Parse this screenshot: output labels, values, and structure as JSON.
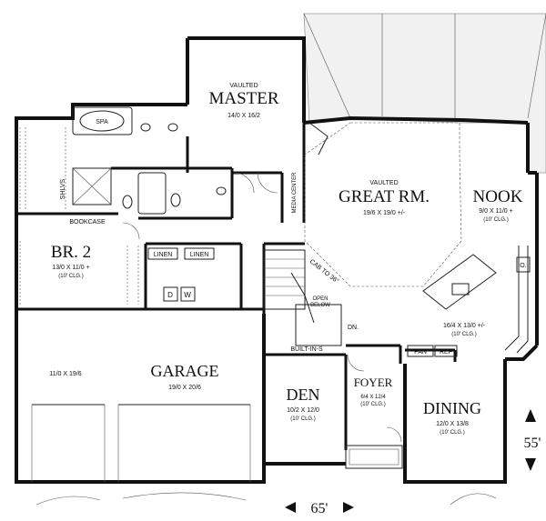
{
  "rooms": {
    "master": {
      "tag": "VAULTED",
      "name": "MASTER",
      "dims": "14/0 X 16/2"
    },
    "great_room": {
      "tag": "VAULTED",
      "name": "GREAT RM.",
      "dims": "19/6 X 19/0 +/-"
    },
    "nook": {
      "name": "NOOK",
      "dims": "9/0 X 11/0 +",
      "clg": "(10' CLG.)"
    },
    "kitchen": {
      "dims": "16/4 X 13/0 +/-",
      "clg": "(10' CLG.)"
    },
    "br2": {
      "name": "BR. 2",
      "dims": "13/0 X 11/0 +",
      "clg": "(10' CLG.)"
    },
    "garage": {
      "name": "GARAGE",
      "dims": "19/0 X 20/6",
      "bay_dims": "11/0 X 19/6"
    },
    "den": {
      "name": "DEN",
      "dims": "10/2 X 12/0",
      "clg": "(10' CLG.)"
    },
    "foyer": {
      "name": "FOYER",
      "dims": "6/4 X 12/4",
      "clg": "(10' CLG.)"
    },
    "dining": {
      "name": "DINING",
      "dims": "12/0 X 13/8",
      "clg": "(10' CLG.)"
    }
  },
  "features": {
    "spa": "SPA",
    "shelves": "SHLVS",
    "media_center": "MEDIA CENTER",
    "bookcase": "BOOKCASE",
    "linen1": "LINEN",
    "linen2": "LINEN",
    "dryer": "D",
    "washer": "W",
    "cab": "CAB TO 36\"",
    "open": "OPEN",
    "below": "BELOW",
    "down": "DN.",
    "built_ins": "BUILT-IN-S",
    "pantry": "PAN",
    "refrigerator": "REF",
    "oven": "O."
  },
  "dimensions": {
    "width": "65'",
    "depth": "55'"
  }
}
